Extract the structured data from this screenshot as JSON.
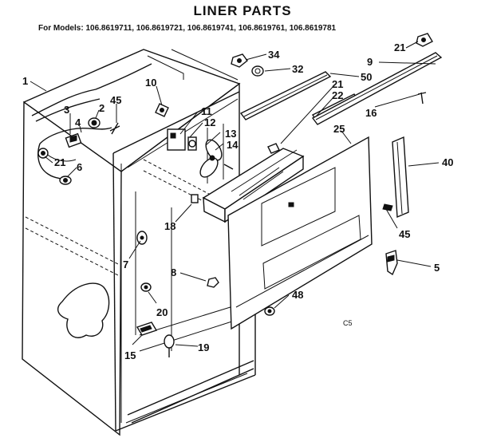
{
  "title": "LINER PARTS",
  "models_text": "For Models: 106.8619711, 106.8619721, 106.8619741, 106.8619761, 106.8619781",
  "corner_code": "C5",
  "callouts": [
    "1",
    "2",
    "3",
    "4",
    "45",
    "10",
    "11",
    "12",
    "13",
    "14",
    "21",
    "6",
    "18",
    "7",
    "8",
    "20",
    "15",
    "19",
    "34",
    "32",
    "50",
    "21",
    "22",
    "9",
    "16",
    "21",
    "25",
    "40",
    "45",
    "5",
    "48"
  ]
}
